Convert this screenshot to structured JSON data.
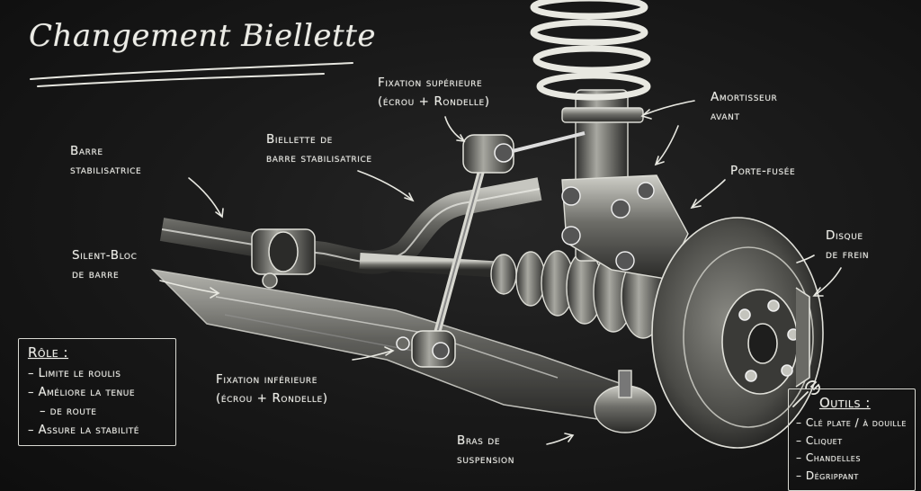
{
  "title": "Changement Biellette",
  "labels": {
    "fixation_superieure": [
      "Fixation supérieure",
      "(écrou + Rondelle)"
    ],
    "amortisseur": [
      "Amortisseur",
      "avant"
    ],
    "barre_stab": [
      "Barre",
      "stabilisatrice"
    ],
    "biellette": [
      "Biellette de",
      "barre stabilisatrice"
    ],
    "porte_fusee": [
      "Porte-fusée"
    ],
    "disque": [
      "Disque",
      "de frein"
    ],
    "silent_bloc": [
      "Silent-Bloc",
      "de barre"
    ],
    "fixation_inferieure": [
      "Fixation inférieure",
      "(écrou + Rondelle)"
    ],
    "bras": [
      "Bras de",
      "suspension"
    ]
  },
  "role": {
    "heading": "Rôle :",
    "items": [
      "Limite le roulis",
      "Améliore la tenue",
      "de route",
      "Assure la stabilité"
    ]
  },
  "outils": {
    "heading": "Outils :",
    "items": [
      "Clé plate / à douille",
      "Cliquet",
      "Chandelles",
      "Dégrippant"
    ]
  },
  "icons": [
    "wrench-icon"
  ],
  "colors": {
    "board": "#1a1a1a",
    "chalk": "#ecece6"
  }
}
